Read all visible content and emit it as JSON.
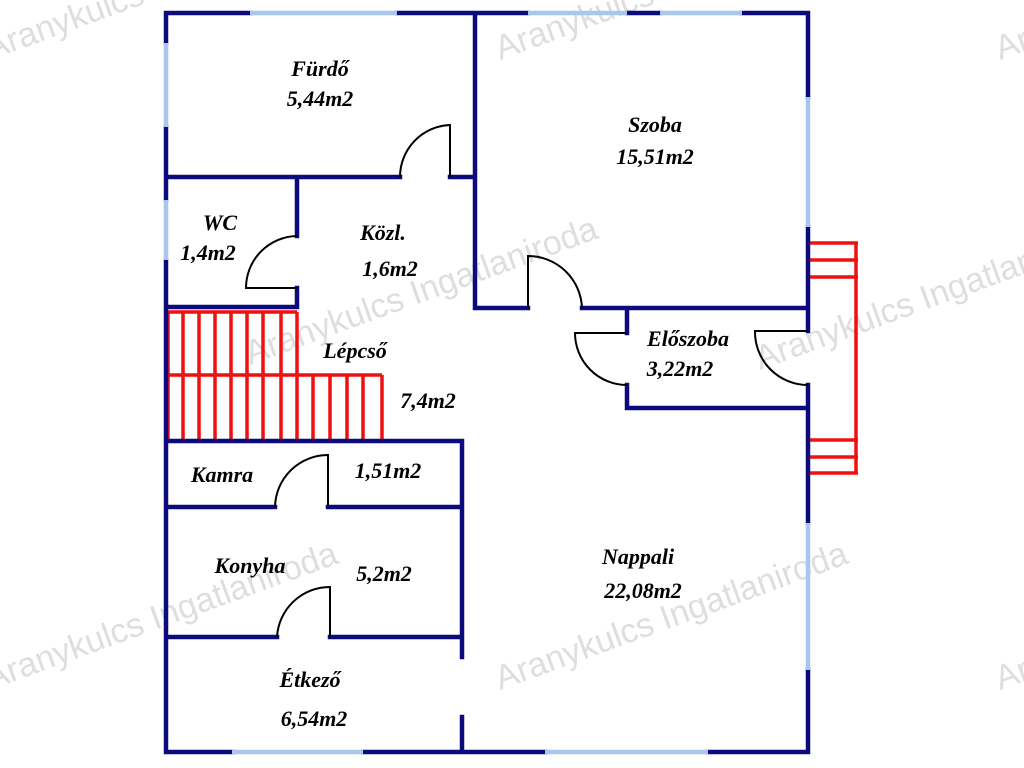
{
  "watermark": "Aranykulcs Ingatlaniroda",
  "colors": {
    "wall": "#0b0b7e",
    "window": "#a9c6ec",
    "stairs": "#f01010",
    "door": "#000000"
  },
  "rooms": {
    "furdo": {
      "name": "Fürdő",
      "area": "5,44m2"
    },
    "szoba": {
      "name": "Szoba",
      "area": "15,51m2"
    },
    "wc": {
      "name": "WC",
      "area": "1,4m2"
    },
    "kozl": {
      "name": "Közl.",
      "area": "1,6m2"
    },
    "lepcso": {
      "name": "Lépcső",
      "area": "7,4m2"
    },
    "eloszoba": {
      "name": "Előszoba",
      "area": "3,22m2"
    },
    "kamra": {
      "name": "Kamra",
      "area": "1,51m2"
    },
    "konyha": {
      "name": "Konyha",
      "area": "5,2m2"
    },
    "nappali": {
      "name": "Nappali",
      "area": "22,08m2"
    },
    "etkezo": {
      "name": "Étkező",
      "area": "6,54m2"
    }
  }
}
